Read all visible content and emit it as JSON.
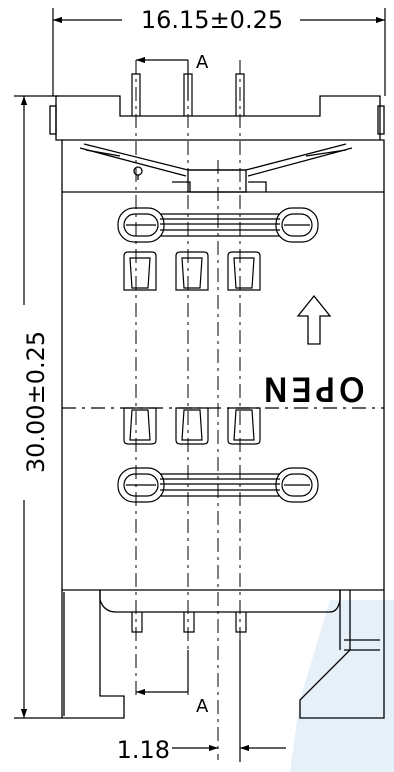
{
  "dimensions": {
    "width": "16.15±0.25",
    "height": "30.00±0.25",
    "pitch": "1.18"
  },
  "section": {
    "top_label": "A",
    "bottom_label": "A"
  },
  "marking": {
    "open_text": "OPEN"
  },
  "colors": {
    "line": "#000000",
    "background": "#ffffff",
    "watermark": "#dce9f7"
  }
}
